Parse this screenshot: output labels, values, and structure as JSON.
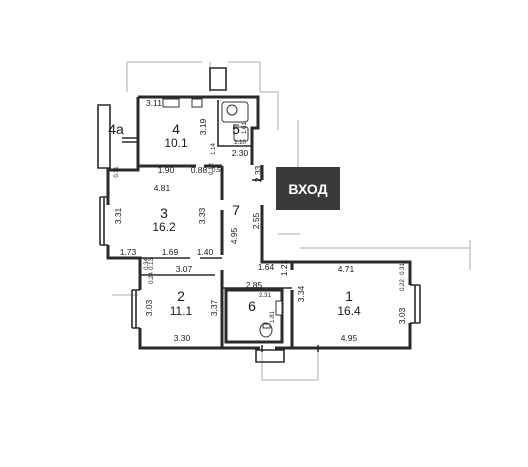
{
  "entrance_label": "ВХОД",
  "rooms": [
    {
      "number": "1",
      "area": "16.4"
    },
    {
      "number": "2",
      "area": "11.1"
    },
    {
      "number": "3",
      "area": "16.2"
    },
    {
      "number": "4",
      "area": "10.1"
    },
    {
      "number": "4а",
      "area": ""
    },
    {
      "number": "5",
      "area": ""
    },
    {
      "number": "6",
      "area": ""
    },
    {
      "number": "7",
      "area": ""
    }
  ],
  "dimensions": {
    "d311": "3.11",
    "d319": "3.19",
    "d161": "1.61",
    "d110": "1.10",
    "d114": "1.14",
    "d230": "2.30",
    "d190": "1.90",
    "d088": "0.88",
    "d012": "0.12",
    "d054": "0.54",
    "d011": "0.11",
    "d233": "2.33",
    "d481": "4.81",
    "d331": "3.31",
    "d333": "3.33",
    "d495": "4.95",
    "d255": "2.55",
    "d173": "1.73",
    "d169": "1.69",
    "d140": "1.40",
    "d307": "3.07",
    "d034": "0.34",
    "d013": "0.13",
    "d024": "0.24",
    "d164": "1.64",
    "d121": "1.21",
    "d285": "2.85",
    "d231": "2.31",
    "d181": "1.81",
    "d471": "4.71",
    "d031": "0.31",
    "d022": "0.22",
    "d303a": "3.03",
    "d337": "3.37",
    "d334": "3.34",
    "d303b": "3.03",
    "d330": "3.30",
    "d495b": "4.95"
  }
}
